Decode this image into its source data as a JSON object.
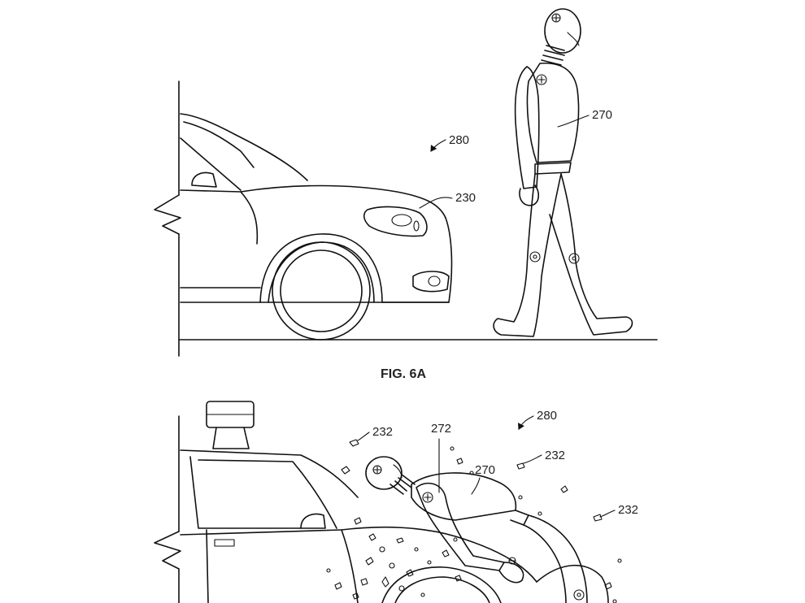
{
  "figures": [
    {
      "caption": "FIG. 6A",
      "labels": {
        "scene": "280",
        "vehicle": "230",
        "pedestrian": "270"
      }
    },
    {
      "labels": {
        "scene": "280",
        "adhesive_a": "232",
        "adhesive_b": "232",
        "adhesive_c": "232",
        "impact_point": "272",
        "pedestrian": "270"
      }
    }
  ]
}
